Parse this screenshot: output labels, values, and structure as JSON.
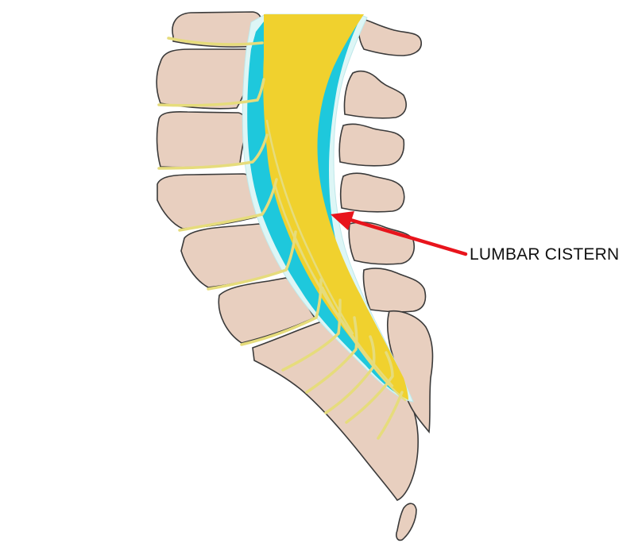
{
  "annotation": {
    "label": "LUMBAR CISTERN"
  },
  "colors": {
    "bone": "#e8cfbf",
    "outline": "#3a3a3a",
    "dura": "#ddf6f6",
    "csf": "#1ec8dc",
    "nerve": "#f0d12e",
    "root": "#e6dc7c",
    "arrow": "#e8141c"
  },
  "icons": [
    "lumbar-vertebra",
    "spinal-nerve-roots",
    "pointer-arrow"
  ]
}
